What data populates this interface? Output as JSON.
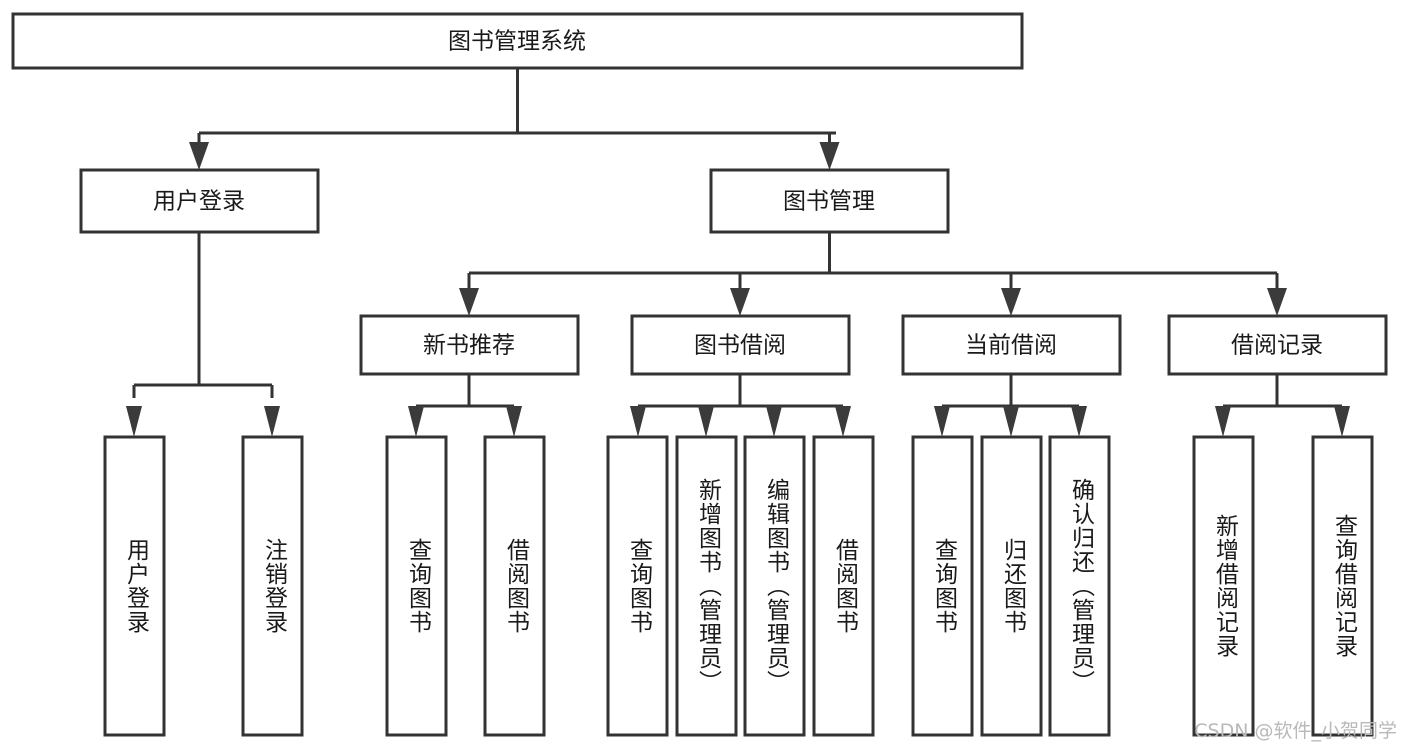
{
  "diagram": {
    "type": "tree-hierarchy-chart",
    "title": "图书管理系统",
    "orientation": "top-down",
    "line_color": "#333333",
    "box_fill": "#ffffff",
    "text_color": "#1a1a1a",
    "levels": [
      {
        "level": 1,
        "nodes": [
          {
            "id": "root",
            "label": "图书管理系统",
            "text_direction": "horizontal"
          }
        ]
      },
      {
        "level": 2,
        "nodes": [
          {
            "id": "login",
            "label": "用户登录",
            "text_direction": "horizontal",
            "parent": "root"
          },
          {
            "id": "bookmgmt",
            "label": "图书管理",
            "text_direction": "horizontal",
            "parent": "root"
          }
        ]
      },
      {
        "level": 3,
        "nodes": [
          {
            "id": "newbook",
            "label": "新书推荐",
            "text_direction": "horizontal",
            "parent": "bookmgmt"
          },
          {
            "id": "borrow",
            "label": "图书借阅",
            "text_direction": "horizontal",
            "parent": "bookmgmt"
          },
          {
            "id": "current",
            "label": "当前借阅",
            "text_direction": "horizontal",
            "parent": "bookmgmt"
          },
          {
            "id": "records",
            "label": "借阅记录",
            "text_direction": "horizontal",
            "parent": "bookmgmt"
          }
        ]
      },
      {
        "level": 4,
        "nodes": [
          {
            "id": "leaf1",
            "label": "用户登录",
            "text_direction": "vertical",
            "parent": "login"
          },
          {
            "id": "leaf2",
            "label": "注销登录",
            "text_direction": "vertical",
            "parent": "login"
          },
          {
            "id": "leaf3",
            "label": "查询图书",
            "text_direction": "vertical",
            "parent": "newbook"
          },
          {
            "id": "leaf4",
            "label": "借阅图书",
            "text_direction": "vertical",
            "parent": "newbook"
          },
          {
            "id": "leaf5",
            "label": "查询图书",
            "text_direction": "vertical",
            "parent": "borrow"
          },
          {
            "id": "leaf6",
            "label": "新增图书（管理员）",
            "text_direction": "vertical",
            "parent": "borrow"
          },
          {
            "id": "leaf7",
            "label": "编辑图书（管理员）",
            "text_direction": "vertical",
            "parent": "borrow"
          },
          {
            "id": "leaf8",
            "label": "借阅图书",
            "text_direction": "vertical",
            "parent": "borrow"
          },
          {
            "id": "leaf9",
            "label": "查询图书",
            "text_direction": "vertical",
            "parent": "current"
          },
          {
            "id": "leaf10",
            "label": "归还图书",
            "text_direction": "vertical",
            "parent": "current"
          },
          {
            "id": "leaf11",
            "label": "确认归还（管理员）",
            "text_direction": "vertical",
            "parent": "current"
          },
          {
            "id": "leaf12",
            "label": "新增借阅记录",
            "text_direction": "vertical",
            "parent": "records"
          },
          {
            "id": "leaf13",
            "label": "查询借阅记录",
            "text_direction": "vertical",
            "parent": "records"
          }
        ]
      }
    ]
  },
  "watermark": {
    "text": "CSDN @软件_小贺同学"
  }
}
